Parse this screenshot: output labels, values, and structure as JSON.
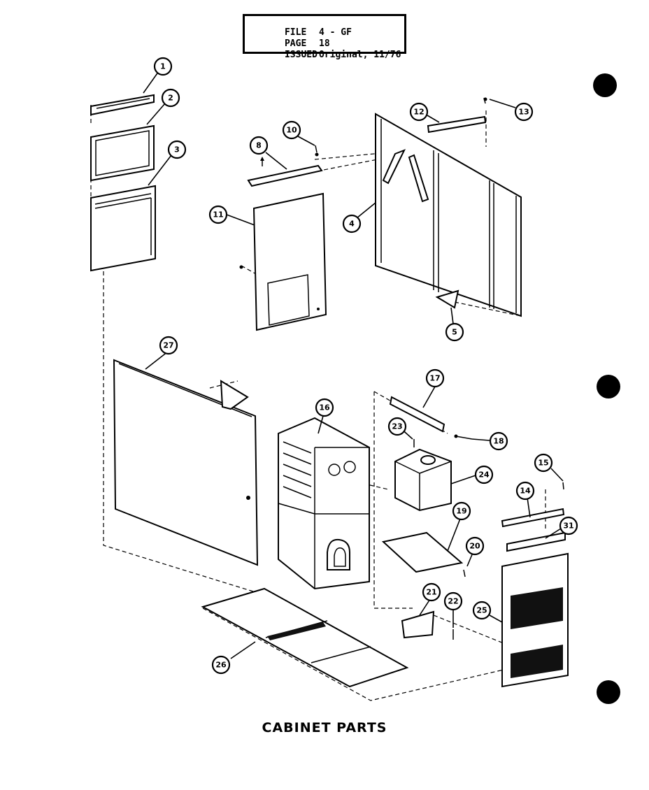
{
  "header": {
    "file_label": "FILE",
    "file_value": "4 - GF",
    "page_label": "PAGE",
    "page_value": "18",
    "issued_label": "ISSUED",
    "issued_value": "Original, 11/76"
  },
  "caption": "CABINET PARTS",
  "callouts": [
    "1",
    "2",
    "3",
    "4",
    "5",
    "8",
    "10",
    "11",
    "12",
    "13",
    "14",
    "15",
    "16",
    "17",
    "18",
    "19",
    "20",
    "21",
    "22",
    "23",
    "24",
    "25",
    "26",
    "27",
    "31"
  ]
}
